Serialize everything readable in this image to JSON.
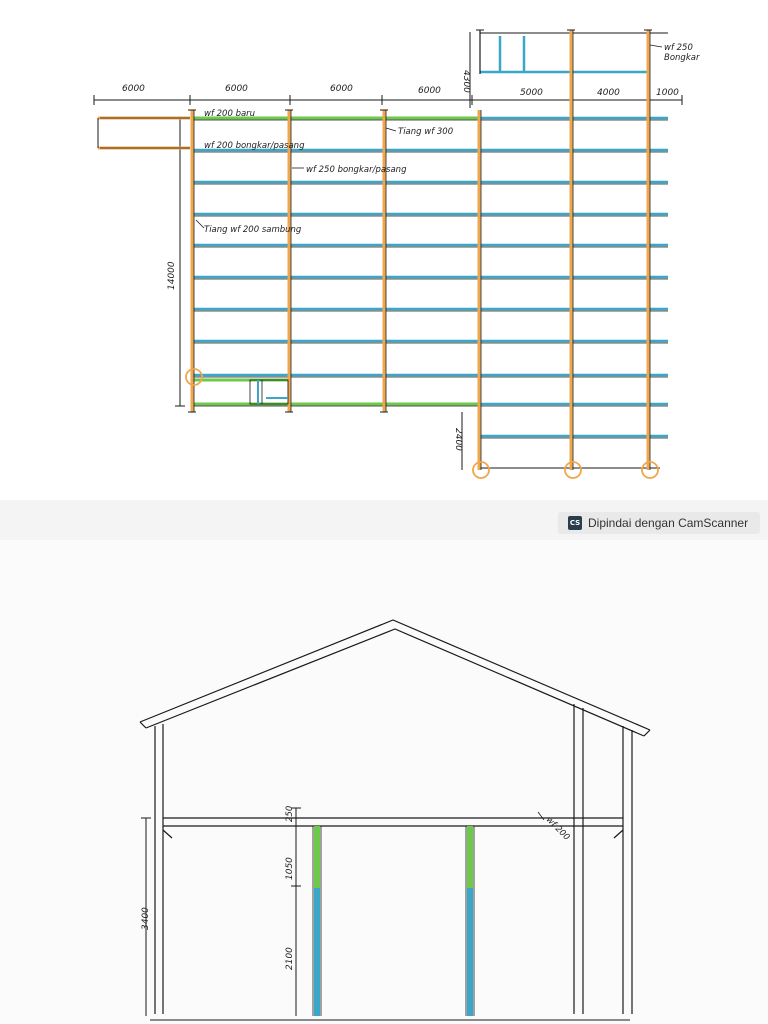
{
  "plan": {
    "top_dims": [
      "6000",
      "6000",
      "6000",
      "6000"
    ],
    "right_dims": [
      "5000",
      "4000",
      "1000"
    ],
    "dim_4300": "4300",
    "dim_14000": "14000",
    "dim_2400": "2400",
    "labels": {
      "wf200_baru": "wf 200 baru",
      "wf200_bongkar": "wf 200 bongkar/pasang",
      "wf250_bongkar": "wf 250 bongkar/pasang",
      "tiang_wf300": "Tiang wf 300",
      "tiang_wf200": "Tiang wf 200 sambung",
      "wf250_top_1": "wf 250",
      "wf250_top_2": "Bongkar"
    },
    "colors": {
      "orange": "#f0a64a",
      "blue": "#3aa6c8",
      "green": "#6cc94a",
      "ink": "#1a1a1a"
    }
  },
  "badge": {
    "logo": "CS",
    "text": "Dipindai dengan CamScanner"
  },
  "elevation": {
    "dim_3400": "3400",
    "dim_1050": "1050",
    "dim_2100": "2100",
    "dim_small": "250",
    "note": "wf 200"
  }
}
